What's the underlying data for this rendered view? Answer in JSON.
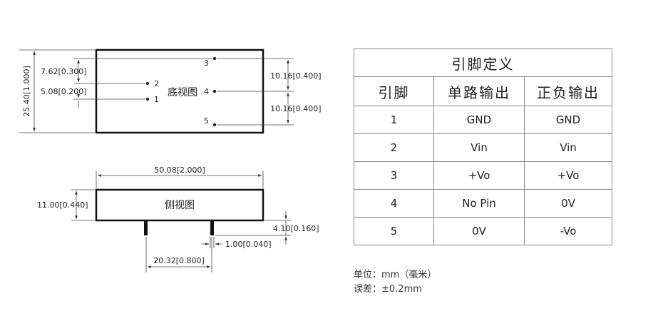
{
  "bottom_view": {
    "label": "底视图",
    "dims": {
      "height": "25.40[1.000]",
      "pin3_to_pin2": "7.62[0.300]",
      "pin2_to_pin1": "5.08[0.200]",
      "pin3_to_pin4": "10.16[0.400]",
      "pin4_to_pin5": "10.16[0.400]"
    },
    "pins": {
      "p1": "1",
      "p2": "2",
      "p3": "3",
      "p4": "4",
      "p5": "5"
    }
  },
  "side_view": {
    "label": "侧视图",
    "dims": {
      "length": "50.08[2.000]",
      "height": "11.00[0.440]",
      "pin_length": "4.10[0.160]",
      "pin_width": "1.00[0.040]",
      "pin_spacing": "20.32[0.800]"
    }
  },
  "pin_table": {
    "title": "引脚定义",
    "headers": [
      "引脚",
      "单路输出",
      "正负输出"
    ],
    "rows": [
      [
        "1",
        "GND",
        "GND"
      ],
      [
        "2",
        "Vin",
        "Vin"
      ],
      [
        "3",
        "+Vo",
        "+Vo"
      ],
      [
        "4",
        "No Pin",
        "0V"
      ],
      [
        "5",
        "0V",
        "-Vo"
      ]
    ]
  },
  "notes": {
    "unit": "单位：mm（毫米）",
    "tolerance": "误差：±0.2mm"
  }
}
